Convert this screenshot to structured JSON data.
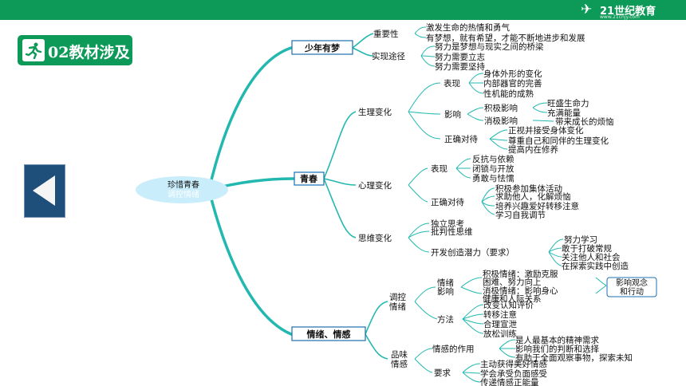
{
  "header": {
    "logo_text": "21世纪教育",
    "logo_url": "www.21cnjy.com"
  },
  "section_badge": "02教材涉及",
  "nav": {
    "prev_icon": "left-triangle-icon"
  },
  "colors": {
    "brand_green": "#0d9a58",
    "curve_teal": "#22b8b0",
    "box_border": "#1d6fb0",
    "center_fill": "#c9edfb",
    "prev_btn": "#1e4e7a"
  },
  "mindmap": {
    "center": [
      "珍惜青春",
      "调控情绪"
    ],
    "branches": {
      "youth_dream": {
        "title": "少年有梦",
        "importance": "重要性",
        "importance_items": [
          "激发生命的热情和勇气",
          "有梦想，就有希望，才能不断地进步和发展"
        ],
        "path": "实现途径",
        "path_items": [
          "努力是梦想与现实之间的桥梁",
          "努力需要立志",
          "努力需要坚持"
        ]
      },
      "youth": {
        "title": "青春",
        "physical": "生理变化",
        "appearance": "表现",
        "appearance_items": [
          "身体外形的变化",
          "内部器官的完善",
          "性机能的成熟"
        ],
        "influence": "影响",
        "positive": "积极影响",
        "positive_items": [
          "旺盛生命力",
          "充满能量"
        ],
        "negative": "消极影响",
        "negative_items": [
          "带来成长的烦恼"
        ],
        "correct_face": "正确对待",
        "correct_face_items": [
          "正视并接受身体变化",
          "尊重自己和同伴的生理变化",
          "提高内在修养"
        ],
        "mental": "心理变化",
        "mental_appearance": "表现",
        "mental_appearance_items": [
          "反抗与依赖",
          "闭锁与开放",
          "勇敢与怯懦"
        ],
        "mental_correct": "正确对待",
        "mental_correct_items": [
          "积极参加集体活动",
          "求助他人，化解烦恼",
          "培养兴趣爱好转移注意",
          "学习自我调节"
        ],
        "thinking": "思维变化",
        "thinking_items": [
          "独立思考",
          "批判性思维"
        ],
        "creativity": "开发创造潜力（要求）",
        "creativity_items": [
          "努力学习",
          "敢于打破常规",
          "关注他人和社会",
          "在探索实践中创造"
        ]
      },
      "emotion": {
        "title": "情绪、情感",
        "regulate": [
          "调控",
          "情绪"
        ],
        "emotion_influence": [
          "情绪",
          "影响"
        ],
        "pos_emotion": [
          "积极情绪：激励克服",
          "困难、努力向上"
        ],
        "neg_emotion": [
          "消极情绪：影响身心",
          "健康和人际关系"
        ],
        "influence_result": [
          "影响观念",
          "和行动"
        ],
        "method": "方法",
        "method_items": [
          "改变认知评价",
          "转移注意",
          "合理宣泄",
          "放松训练"
        ],
        "taste": [
          "品味",
          "情感"
        ],
        "feeling_role": "情感的作用",
        "feeling_role_items": [
          "是人最基本的精神需求",
          "影响我们的判断和选择",
          "有助于全面观察事物，探索未知"
        ],
        "requirement": "要求",
        "requirement_items": [
          "主动获得美好情感",
          "学会承受负面感受",
          "传递情感正能量"
        ]
      }
    }
  }
}
